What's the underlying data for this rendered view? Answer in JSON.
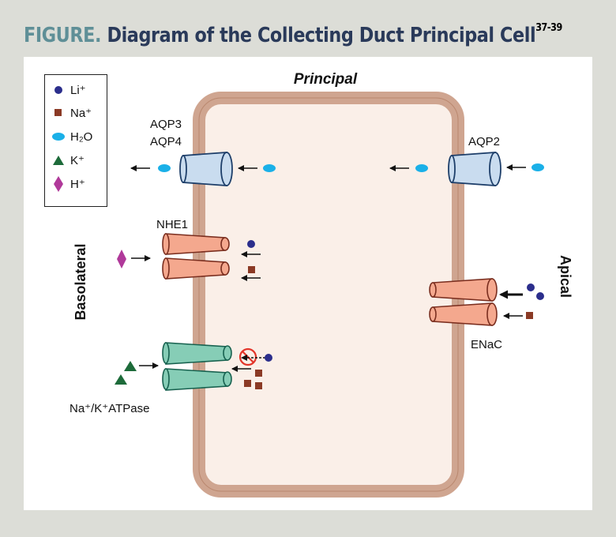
{
  "figure": {
    "title_lead": "FIGURE.",
    "title_rest": "Diagram of the Collecting Duct Principal Cell",
    "title_refs": "37-39"
  },
  "legend": {
    "items": [
      {
        "label": "Li⁺",
        "icon": "li-ion-circle",
        "color": "#2b2e8c"
      },
      {
        "label": "Na⁺",
        "icon": "na-ion-square",
        "color": "#8b3a25"
      },
      {
        "label": "H₂O",
        "icon": "water-ellipse",
        "color": "#1ab0e8"
      },
      {
        "label": "K⁺",
        "icon": "k-ion-triangle",
        "color": "#1d6b3a"
      },
      {
        "label": "H⁺",
        "icon": "h-ion-diamond",
        "color": "#b0399a"
      }
    ]
  },
  "labels": {
    "cell_title": "Principal",
    "aqp3": "AQP3",
    "aqp4": "AQP4",
    "aqp2": "AQP2",
    "nhe1": "NHE1",
    "enac": "ENaC",
    "atpase": "Na⁺/K⁺ATPase",
    "basolateral": "Basolateral",
    "apical": "Apical"
  },
  "colors": {
    "membrane": "#d4aa96",
    "cytoplasm": "#faefe8",
    "aquaporin": "#c9dcef",
    "channel_salmon": "#f4a88e",
    "atpase_teal": "#86cdb6",
    "prohibit": "#e3352a"
  }
}
